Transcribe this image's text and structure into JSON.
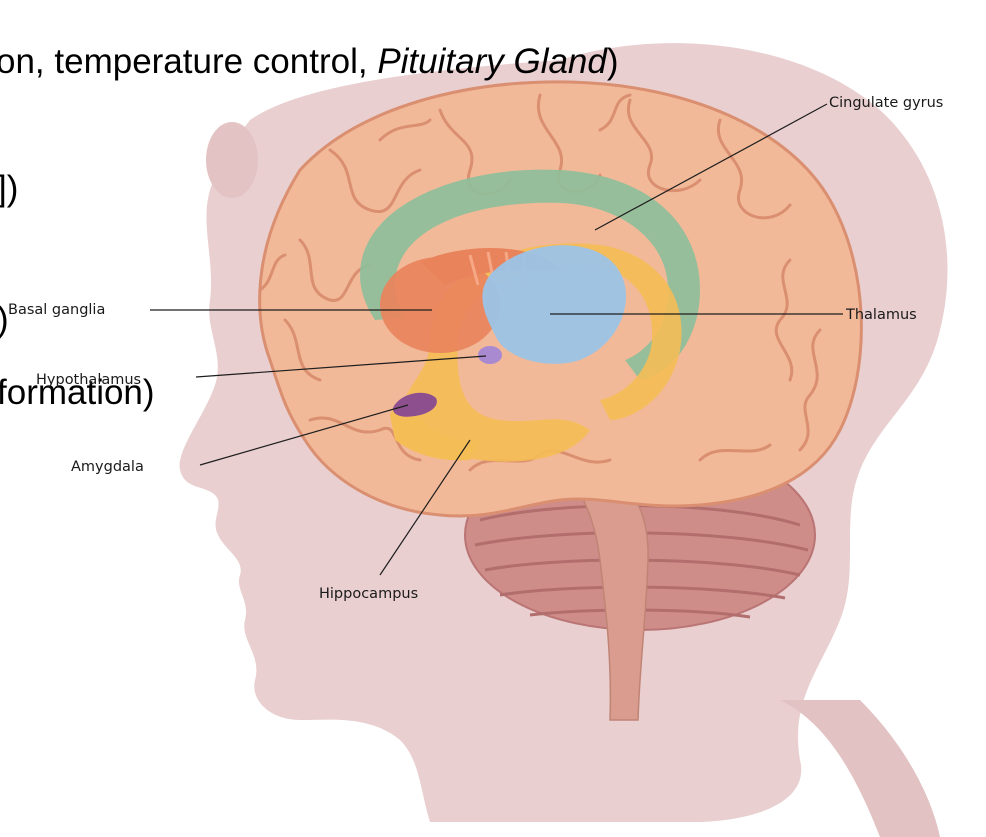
{
  "slide_text": {
    "line1_plain": "on, temperature control, ",
    "line1_italic": "Pituitary Gland",
    "line1_close": ")",
    "line2": "])",
    "line3": ")",
    "line4": "formation)"
  },
  "labels": {
    "cingulate_gyrus": "Cingulate gyrus",
    "basal_ganglia": "Basal ganglia",
    "thalamus": "Thalamus",
    "hypothalamus": "Hypothalamus",
    "amygdala": "Amygdala",
    "hippocampus": "Hippocampus"
  },
  "colors": {
    "head_silhouette": "#e9cfd0",
    "cortex": "#f2b999",
    "cortex_fold": "#d98f70",
    "cingulate_gyrus": "#8dbf9a",
    "basal_ganglia": "#e9835c",
    "thalamus": "#9cc3e6",
    "hippocampus": "#f5bd55",
    "hypothalamus": "#a98ad0",
    "amygdala": "#8e4f8e",
    "cerebellum": "#cf8d8a",
    "brainstem": "#d99c8e"
  }
}
